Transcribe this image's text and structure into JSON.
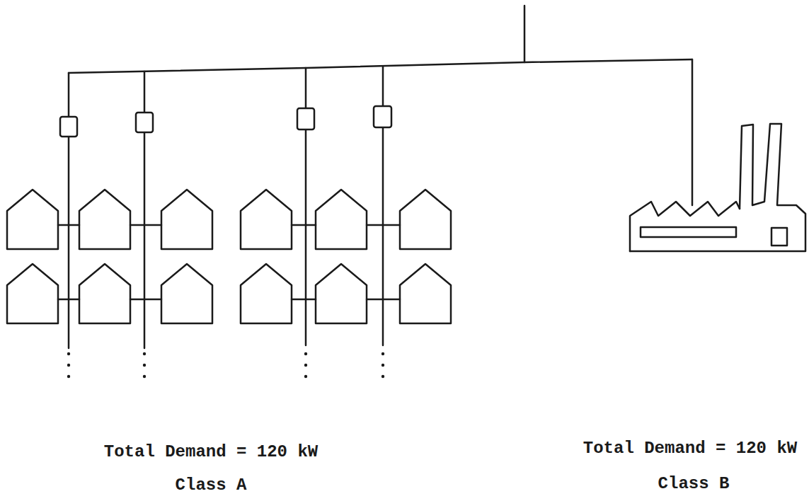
{
  "diagram": {
    "labels": [
      "Total Demand = 120 kW",
      "Class A",
      "Total Demand = 120 kW",
      "Class B"
    ]
  }
}
